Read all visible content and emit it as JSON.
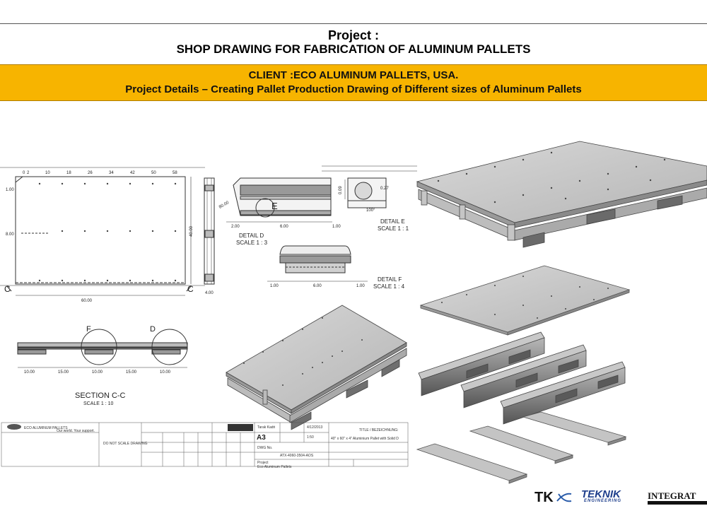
{
  "header": {
    "project_label": "Project :",
    "project_title": "SHOP DRAWING FOR FABRICATION OF ALUMINUM PALLETS"
  },
  "band": {
    "client": "CLIENT :ECO ALUMINUM PALLETS, USA.",
    "details": "Project Details – Creating Pallet Production Drawing of Different sizes of Aluminum Pallets"
  },
  "drawing": {
    "top_ticks": [
      "0",
      "2",
      "10",
      "18",
      "26",
      "34",
      "42",
      "50",
      "58"
    ],
    "dim_100": "1.00",
    "dim_800": "8.00",
    "dim_4000": "40.00",
    "dim_6000": "60.00",
    "dim_400": "4.00",
    "section_mark": "C",
    "detail_d_label": "DETAIL D",
    "detail_d_scale": "SCALE 1 : 3",
    "detail_d_dims": [
      "80.00",
      "2.00",
      "6.00",
      "1.00"
    ],
    "detail_e_marker": "E",
    "detail_e_label": "DETAIL E",
    "detail_e_scale": "SCALE 1 : 1",
    "detail_e_dims": [
      "0.09",
      "0.27",
      "100°"
    ],
    "detail_f_label": "DETAIL F",
    "detail_f_scale": "SCALE 1 : 4",
    "detail_f_dims": [
      "1.00",
      "6.00",
      "1.00"
    ],
    "section_f_marker": "F",
    "section_d_marker": "D",
    "section_dims": [
      "10.00",
      "15.00",
      "10.00",
      "15.00",
      "10.00"
    ],
    "section_label": "SECTION C-C",
    "section_scale": "SCALE 1 : 10",
    "tb_company": "ECO ALUMINUM PALLETS",
    "tb_tagline": "Our world. Your support.",
    "tb_do_not_scale": "DO NOT SCALE DRAWING",
    "tb_size": "A3",
    "tb_drawn_by": "Tarak Kadri",
    "tb_date": "4/12/2013",
    "tb_scale": "1:50",
    "tb_title_label": "TITLE / BEZEICHNUNG:",
    "tb_title": "40\" x 60\" x 4\" Aluminium Pallet with Solid D",
    "tb_dwg_label": "DWG No.",
    "tb_dwg_no": "ATX-4060-3504-AOS",
    "tb_project_label": "Project",
    "tb_project": "Eco Aluminum Pallets"
  },
  "logos": {
    "tk": "TK",
    "teknik": "TEKNIK",
    "engineering": "ENGINEERING",
    "integrat": "INTEGRAT"
  },
  "colors": {
    "band": "#f7b400",
    "metal_light": "#c9c9c9",
    "metal_dark": "#6e6e6e",
    "line": "#222222"
  }
}
